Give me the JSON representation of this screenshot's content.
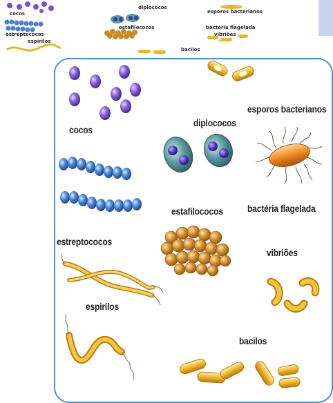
{
  "thumbnail": {
    "labels": {
      "cocos": "cocos",
      "diplococos": "diplococos",
      "esporos": "esporos bacterianos",
      "estreptococos": "estreptococos",
      "estafilococos": "estafilococos",
      "flagelada": "bactéria flagelada",
      "vibrioes": "vibriões",
      "espirilos": "espirilos",
      "bacilos": "bacilos"
    }
  },
  "diagram": {
    "labels": {
      "cocos": "cocos",
      "diplococos": "diplococos",
      "esporos": "esporos bacterianos",
      "estreptococos": "estreptococos",
      "estafilococos": "estafilococos",
      "flagelada": "bactéria flagelada",
      "vibrioes": "vibriões",
      "espirilos": "espirilos",
      "bacilos": "bacilos"
    }
  },
  "colors": {
    "panel_border": "#4f8fcf",
    "cocos": "#7a4fd0",
    "estreptococos": "#4a7fd6",
    "diplococos_cell": "#5f9aa0",
    "estafilococos": "#c98a2c",
    "bacilos": "#f0b52a",
    "flagelada": "#e88a25"
  }
}
